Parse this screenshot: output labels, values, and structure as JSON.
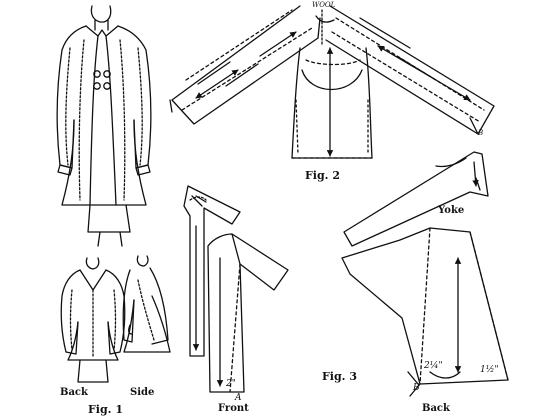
{
  "figures": {
    "fig1": {
      "caption": "Fig. 1",
      "views": {
        "back": "Back",
        "side": "Side"
      }
    },
    "fig2": {
      "caption": "Fig. 2",
      "top_mark": "WOOL",
      "point_label": "B"
    },
    "fig3": {
      "caption": "Fig. 3",
      "pieces": {
        "front": "Front",
        "back": "Back",
        "yoke": "Yoke"
      },
      "letters": {
        "a": "A",
        "b": "B"
      },
      "measurements": {
        "front_hem": "2\"",
        "back_left": "2¼\"",
        "back_right": "1½\""
      }
    }
  }
}
